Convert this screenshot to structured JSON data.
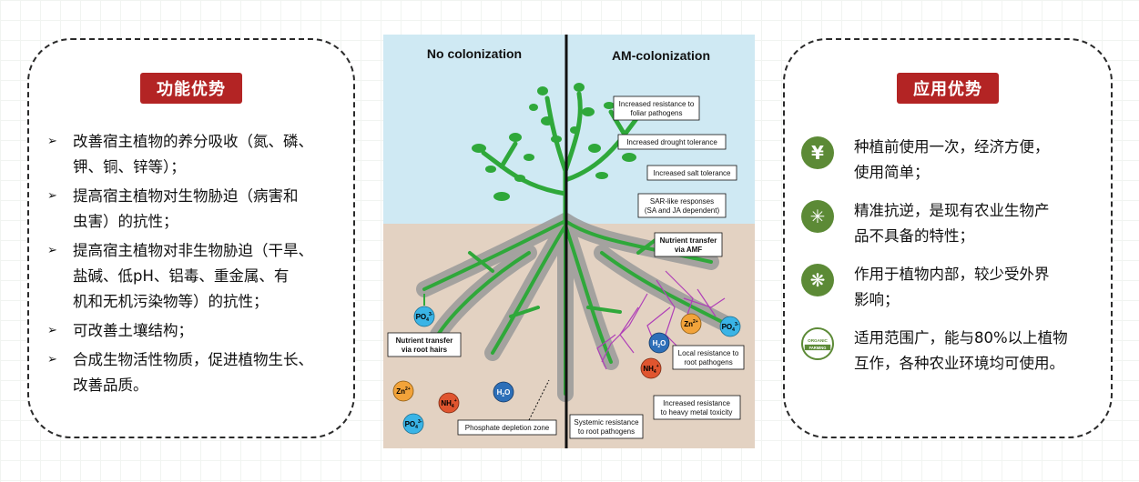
{
  "left_panel": {
    "title": "功能优势",
    "items": [
      [
        "改善宿主植物的养分吸收（氮、磷、",
        "钾、铜、锌等）；"
      ],
      [
        "提高宿主植物对生物胁迫（病害和",
        "虫害）的抗性；"
      ],
      [
        "提高宿主植物对非生物胁迫（干旱、",
        "盐碱、低pH、铝毒、重金属、有",
        "机和无机污染物等）的抗性；"
      ],
      [
        "可改善土壤结构；"
      ],
      [
        "合成生物活性物质，促进植物生长、",
        "改善品质。"
      ]
    ]
  },
  "right_panel": {
    "title": "应用优势",
    "items": [
      {
        "icon": "yuan-coin-icon",
        "glyph": "¥",
        "lines": [
          "种植前使用一次，经济方便，",
          "使用简单；"
        ]
      },
      {
        "icon": "wheat-plant-icon",
        "glyph": "✳",
        "lines": [
          "精准抗逆，是现有农业生物产",
          "品不具备的特性；"
        ]
      },
      {
        "icon": "sprout-leaf-icon",
        "glyph": "❋",
        "lines": [
          "作用于植物内部，较少受外界",
          "影响；"
        ]
      },
      {
        "icon": "organic-farming-icon",
        "badge": [
          "ORGANIC",
          "FARMING"
        ],
        "lines": [
          "适用范围广，能与80%以上植物",
          "互作，各种农业环境均可使用。"
        ]
      }
    ]
  },
  "diagram": {
    "colors": {
      "sky": "#cfe9f3",
      "soil": "#e3d2c2",
      "plant": "#2fa83a",
      "root_halo": "#9a9a9a",
      "hyphae": "#b040b8"
    },
    "heading_left": "No colonization",
    "heading_right": "AM-colonization",
    "boxes": {
      "foliar": [
        "Increased resistance to",
        "foliar pathogens"
      ],
      "drought": [
        "Increased drought tolerance"
      ],
      "salt": [
        "Increased salt tolerance"
      ],
      "sar": [
        "SAR-like responses",
        "(SA and JA dependent)"
      ],
      "transfer_amf": [
        "Nutrient transfer",
        "via AMF"
      ],
      "transfer_hairs": [
        "Nutrient transfer",
        "via root hairs"
      ],
      "local": [
        "Local resistance to",
        "root pathogens"
      ],
      "heavy": [
        "Increased resistance",
        "to heavy metal toxicity"
      ],
      "depletion": [
        "Phosphate depletion zone"
      ],
      "systemic": [
        "Systemic resistance",
        "to root pathogens"
      ]
    },
    "ions": {
      "po4": {
        "base": "PO",
        "sub": "4",
        "sup": "3-"
      },
      "zn": {
        "base": "Zn",
        "sup": "2+"
      },
      "nh4": {
        "base": "NH",
        "sub": "4",
        "sup": "+"
      },
      "h2o": {
        "base": "H",
        "sub": "2",
        "tail": "O"
      }
    }
  }
}
